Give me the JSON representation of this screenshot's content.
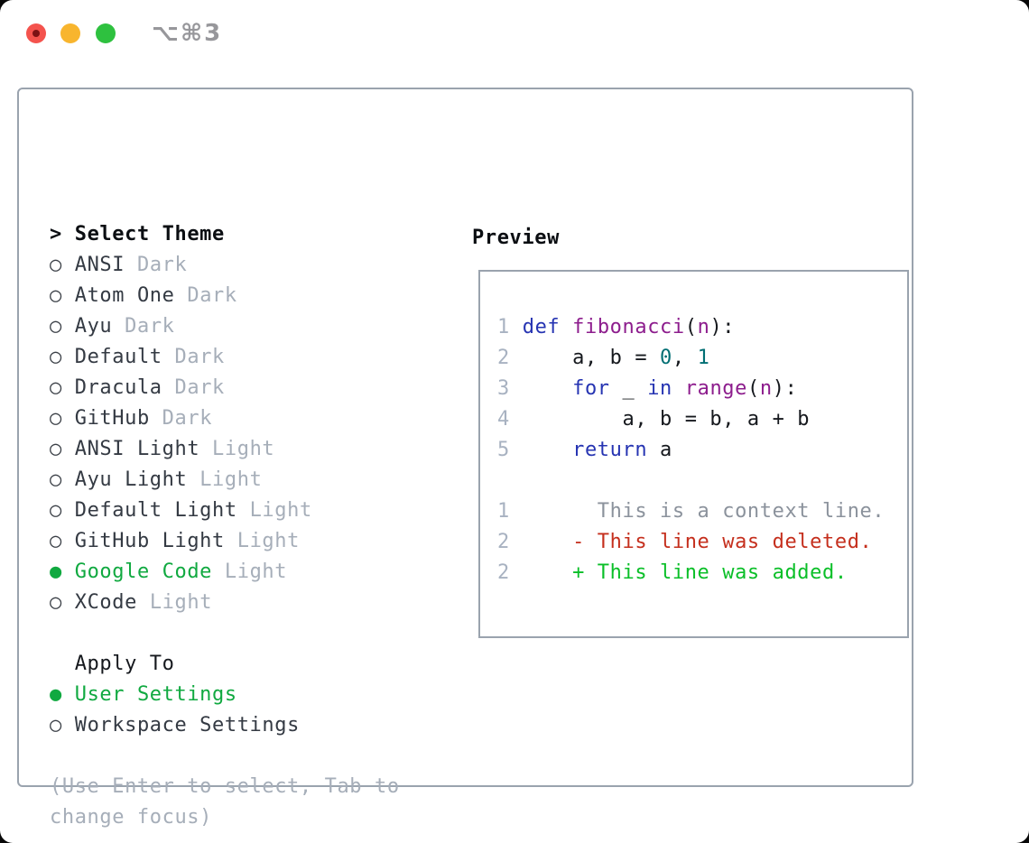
{
  "window": {
    "title": "⌥⌘3",
    "traffic_lights": {
      "close_color": "#f4534d",
      "close_dot_color": "#7c1214",
      "minimize_color": "#f8b52e",
      "zoom_color": "#2ec13f"
    }
  },
  "theme_selector": {
    "header": {
      "marker": ">",
      "label": "Select Theme"
    },
    "markers": {
      "unselected": "○",
      "selected": "●"
    },
    "themes": [
      {
        "name": "ANSI",
        "variant": "Dark",
        "selected": false
      },
      {
        "name": "Atom One",
        "variant": "Dark",
        "selected": false
      },
      {
        "name": "Ayu",
        "variant": "Dark",
        "selected": false
      },
      {
        "name": "Default",
        "variant": "Dark",
        "selected": false
      },
      {
        "name": "Dracula",
        "variant": "Dark",
        "selected": false
      },
      {
        "name": "GitHub",
        "variant": "Dark",
        "selected": false
      },
      {
        "name": "ANSI Light",
        "variant": "Light",
        "selected": false
      },
      {
        "name": "Ayu Light",
        "variant": "Light",
        "selected": false
      },
      {
        "name": "Default Light",
        "variant": "Light",
        "selected": false
      },
      {
        "name": "GitHub Light",
        "variant": "Light",
        "selected": false
      },
      {
        "name": "Google Code",
        "variant": "Light",
        "selected": true
      },
      {
        "name": "XCode",
        "variant": "Light",
        "selected": false
      }
    ],
    "apply_to": {
      "label": "Apply To",
      "options": [
        {
          "label": "User Settings",
          "selected": true
        },
        {
          "label": "Workspace Settings",
          "selected": false
        }
      ]
    },
    "help_text": "(Use Enter to select, Tab to change focus)"
  },
  "preview": {
    "title": "Preview",
    "lines": [
      {
        "num": "1",
        "segments": [
          {
            "text": "def",
            "type": "keyword"
          },
          {
            "text": " ",
            "type": "plain"
          },
          {
            "text": "fibonacci",
            "type": "function"
          },
          {
            "text": "(",
            "type": "plain"
          },
          {
            "text": "n",
            "type": "function"
          },
          {
            "text": "):",
            "type": "plain"
          }
        ]
      },
      {
        "num": "2",
        "segments": [
          {
            "text": "    a, b = ",
            "type": "plain"
          },
          {
            "text": "0",
            "type": "literal"
          },
          {
            "text": ", ",
            "type": "plain"
          },
          {
            "text": "1",
            "type": "literal"
          }
        ]
      },
      {
        "num": "3",
        "segments": [
          {
            "text": "    ",
            "type": "plain"
          },
          {
            "text": "for",
            "type": "keyword"
          },
          {
            "text": " _ ",
            "type": "plain"
          },
          {
            "text": "in",
            "type": "keyword"
          },
          {
            "text": " ",
            "type": "plain"
          },
          {
            "text": "range",
            "type": "function"
          },
          {
            "text": "(",
            "type": "plain"
          },
          {
            "text": "n",
            "type": "function"
          },
          {
            "text": "):",
            "type": "plain"
          }
        ]
      },
      {
        "num": "4",
        "segments": [
          {
            "text": "        a, b = b, a + b",
            "type": "plain"
          }
        ]
      },
      {
        "num": "5",
        "segments": [
          {
            "text": "    ",
            "type": "plain"
          },
          {
            "text": "return",
            "type": "keyword"
          },
          {
            "text": " a",
            "type": "plain"
          }
        ]
      },
      {
        "num": "",
        "segments": []
      },
      {
        "num": "1",
        "segments": [
          {
            "text": "      This is a context line.",
            "type": "context"
          }
        ]
      },
      {
        "num": "2",
        "segments": [
          {
            "text": "    - This line was deleted.",
            "type": "deleted"
          }
        ]
      },
      {
        "num": "2",
        "segments": [
          {
            "text": "    + This line was added.",
            "type": "added"
          }
        ]
      }
    ]
  },
  "colors": {
    "selection_green": "#10a940",
    "muted_gray": "#a6aeb9",
    "text_dark": "#343a43",
    "border_gray": "#9aa3ae",
    "keyword_blue": "#2634b2",
    "function_purple": "#8d1d8d",
    "literal_teal": "#006e73",
    "diff_deleted_red": "#c52f1d",
    "diff_added_green": "#0abf28",
    "line_number_gray": "#a8b2c1"
  }
}
